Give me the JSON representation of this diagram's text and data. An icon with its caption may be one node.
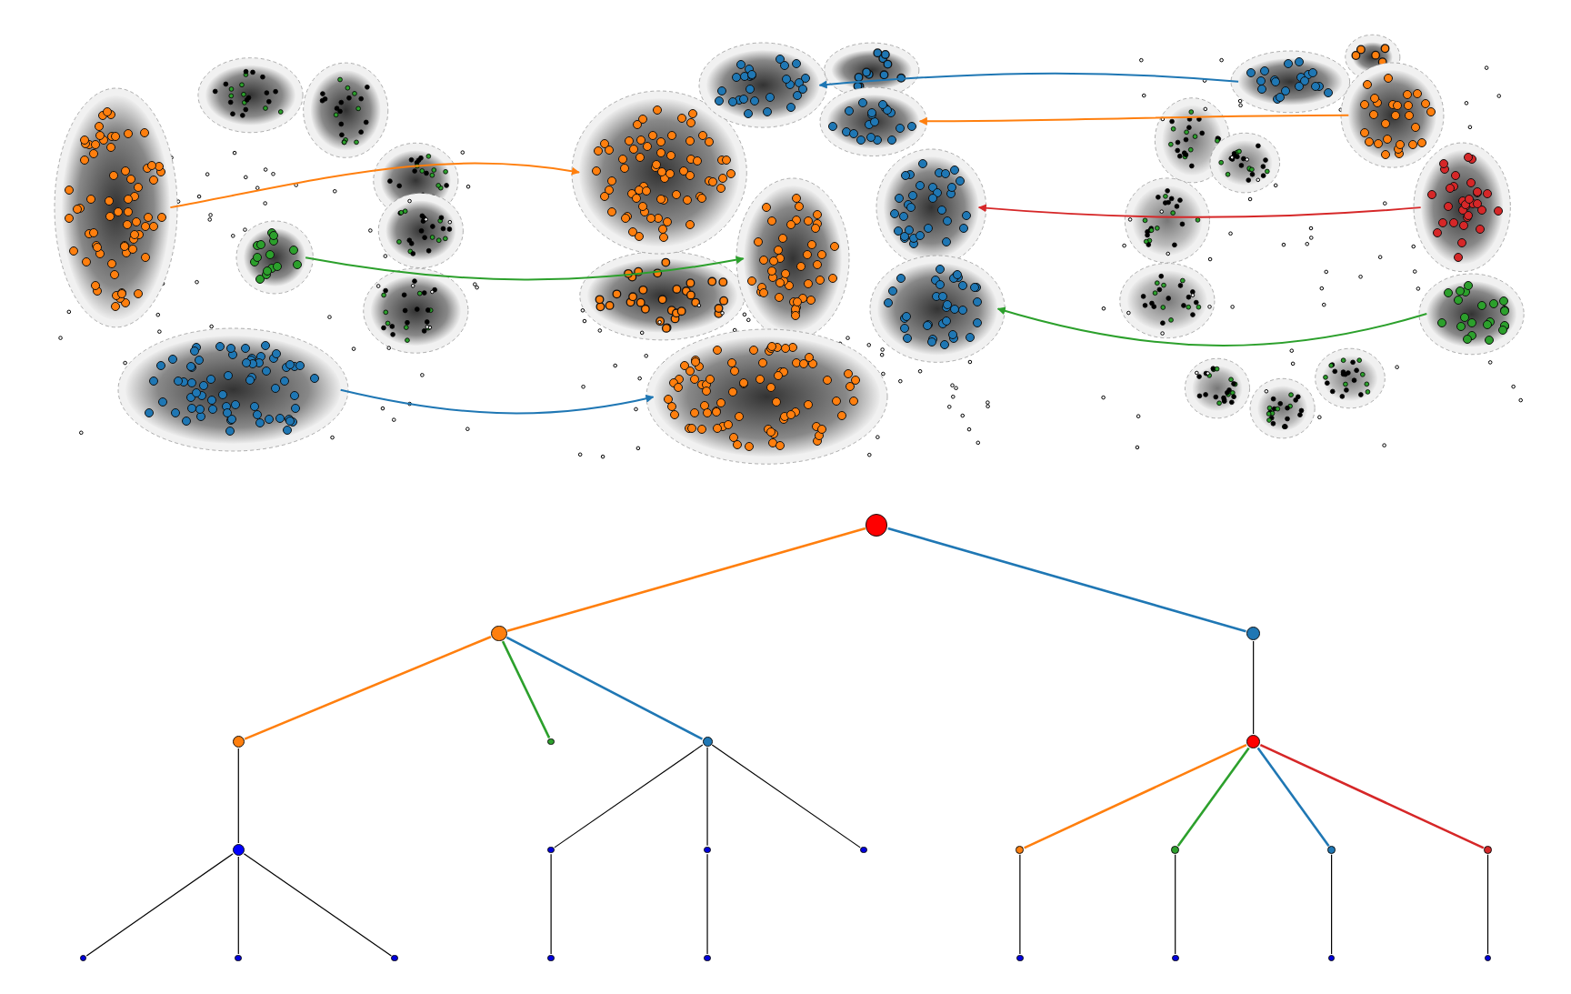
{
  "diagram": {
    "nodes": [
      {
        "text": [],
        "shape": "cloud"
      },
      {
        "text": [],
        "shape": "cloud"
      },
      {
        "text": [],
        "shape": "cloud"
      },
      {
        "text": [],
        "shape": "cloud"
      },
      {
        "text": [],
        "shape": "cloud"
      },
      {
        "text": [],
        "shape": "cloud"
      },
      {
        "text": [],
        "shape": "cloud"
      },
      {
        "text": [],
        "shape": "cloud"
      },
      {
        "text": [],
        "shape": "cloud"
      },
      {
        "text": [],
        "shape": "cloud"
      },
      {
        "text": [],
        "shape": "cloud"
      },
      {
        "text": [],
        "shape": "cloud"
      },
      {
        "text": [],
        "shape": "cloud"
      },
      {
        "text": [],
        "shape": "cloud"
      },
      {
        "text": [],
        "shape": "circle"
      },
      {
        "text": [],
        "shape": "circle"
      },
      {
        "text": [],
        "shape": "circle"
      },
      {
        "text": [],
        "shape": "circle"
      },
      {
        "text": [],
        "shape": "circle"
      },
      {
        "text": [],
        "shape": "circle"
      },
      {
        "text": [],
        "shape": "circle"
      },
      {
        "text": [],
        "shape": "circle"
      },
      {
        "text": [],
        "shape": "circle"
      },
      {
        "text": [],
        "shape": "circle"
      },
      {
        "text": [],
        "shape": "circle"
      },
      {
        "text": [],
        "shape": "circle"
      },
      {
        "text": [],
        "shape": "circle"
      },
      {
        "text": [],
        "shape": "circle"
      },
      {
        "text": [],
        "shape": "circle"
      },
      {
        "text": [],
        "shape": "circle"
      },
      {
        "text": [],
        "shape": "circle"
      },
      {
        "text": [],
        "shape": "circle"
      },
      {
        "text": [],
        "shape": "circle"
      },
      {
        "text": [],
        "shape": "circle"
      },
      {
        "text": [],
        "shape": "circle"
      },
      {
        "text": [],
        "shape": "circle"
      },
      {
        "text": [],
        "shape": "circle"
      },
      {
        "text": [],
        "shape": "circle"
      }
    ],
    "edges": [
      {
        "from": 0,
        "to": 3,
        "arrow": "to",
        "color": "#ff7f0e"
      },
      {
        "from": 1,
        "to": 4,
        "arrow": "to",
        "color": "#2ca02c"
      },
      {
        "from": 2,
        "to": 5,
        "arrow": "to",
        "color": "#1f77b4"
      },
      {
        "from": 10,
        "to": 6,
        "arrow": "to",
        "color": "#1f77b4"
      },
      {
        "from": 11,
        "to": 7,
        "arrow": "to",
        "color": "#ff7f0e"
      },
      {
        "from": 12,
        "to": 8,
        "arrow": "to",
        "color": "#d62728"
      },
      {
        "from": 13,
        "to": 9,
        "arrow": "to",
        "color": "#2ca02c"
      },
      {
        "from": 14,
        "to": 15,
        "arrow": "none",
        "color": "#ff7f0e"
      },
      {
        "from": 14,
        "to": 16,
        "arrow": "none",
        "color": "#1f77b4"
      },
      {
        "from": 15,
        "to": 17,
        "arrow": "none",
        "color": "#ff7f0e"
      },
      {
        "from": 15,
        "to": 18,
        "arrow": "none",
        "color": "#2ca02c"
      },
      {
        "from": 15,
        "to": 19,
        "arrow": "none",
        "color": "#1f77b4"
      },
      {
        "from": 16,
        "to": 20,
        "arrow": "none"
      },
      {
        "from": 17,
        "to": 21,
        "arrow": "none"
      },
      {
        "from": 19,
        "to": 22,
        "arrow": "none"
      },
      {
        "from": 19,
        "to": 23,
        "arrow": "none"
      },
      {
        "from": 19,
        "to": 24,
        "arrow": "none"
      },
      {
        "from": 20,
        "to": 25,
        "arrow": "none",
        "color": "#ff7f0e"
      },
      {
        "from": 20,
        "to": 26,
        "arrow": "none",
        "color": "#2ca02c"
      },
      {
        "from": 20,
        "to": 27,
        "arrow": "none",
        "color": "#1f77b4"
      },
      {
        "from": 20,
        "to": 28,
        "arrow": "none",
        "color": "#d62728"
      },
      {
        "from": 21,
        "to": 29,
        "arrow": "none"
      },
      {
        "from": 21,
        "to": 30,
        "arrow": "none"
      },
      {
        "from": 21,
        "to": 31,
        "arrow": "none"
      },
      {
        "from": 22,
        "to": 32,
        "arrow": "none"
      },
      {
        "from": 23,
        "to": 33,
        "arrow": "none"
      },
      {
        "from": 25,
        "to": 34,
        "arrow": "none"
      },
      {
        "from": 26,
        "to": 35,
        "arrow": "none"
      },
      {
        "from": 27,
        "to": 36,
        "arrow": "none"
      },
      {
        "from": 28,
        "to": 37,
        "arrow": "none"
      }
    ]
  }
}
